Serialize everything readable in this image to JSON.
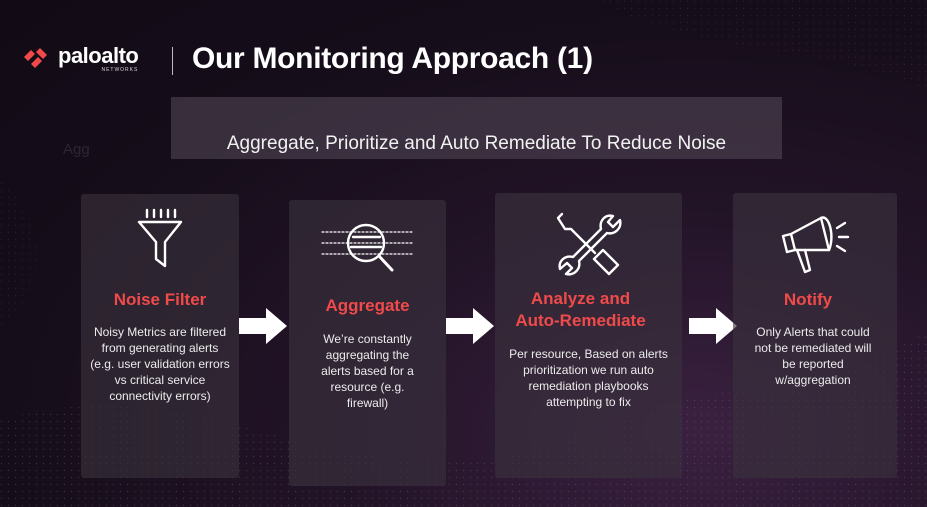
{
  "brand": {
    "name": "paloalto",
    "tagline": "NETWORKS",
    "accent": "#f04a4a"
  },
  "title": "Our Monitoring Approach (1)",
  "subtitle": "Aggregate, Prioritize  and Auto Remediate To Reduce Noise",
  "ghost_text": "Agg",
  "steps": [
    {
      "icon": "funnel-icon",
      "title": "Noise Filter",
      "body": "Noisy Metrics are filtered from generating alerts (e.g. user validation errors vs critical service connectivity errors)"
    },
    {
      "icon": "magnifier-icon",
      "title": "Aggregate",
      "body": "We’re constantly aggregating the alerts based for a resource (e.g. firewall)"
    },
    {
      "icon": "tools-icon",
      "title_line1": "Analyze and",
      "title_line2": "Auto-Remediate",
      "body": "Per resource, Based on alerts prioritization we run auto remediation playbooks attempting to fix"
    },
    {
      "icon": "megaphone-icon",
      "title": "Notify",
      "body": "Only Alerts that could not be remediated will be reported w/aggregation"
    }
  ]
}
